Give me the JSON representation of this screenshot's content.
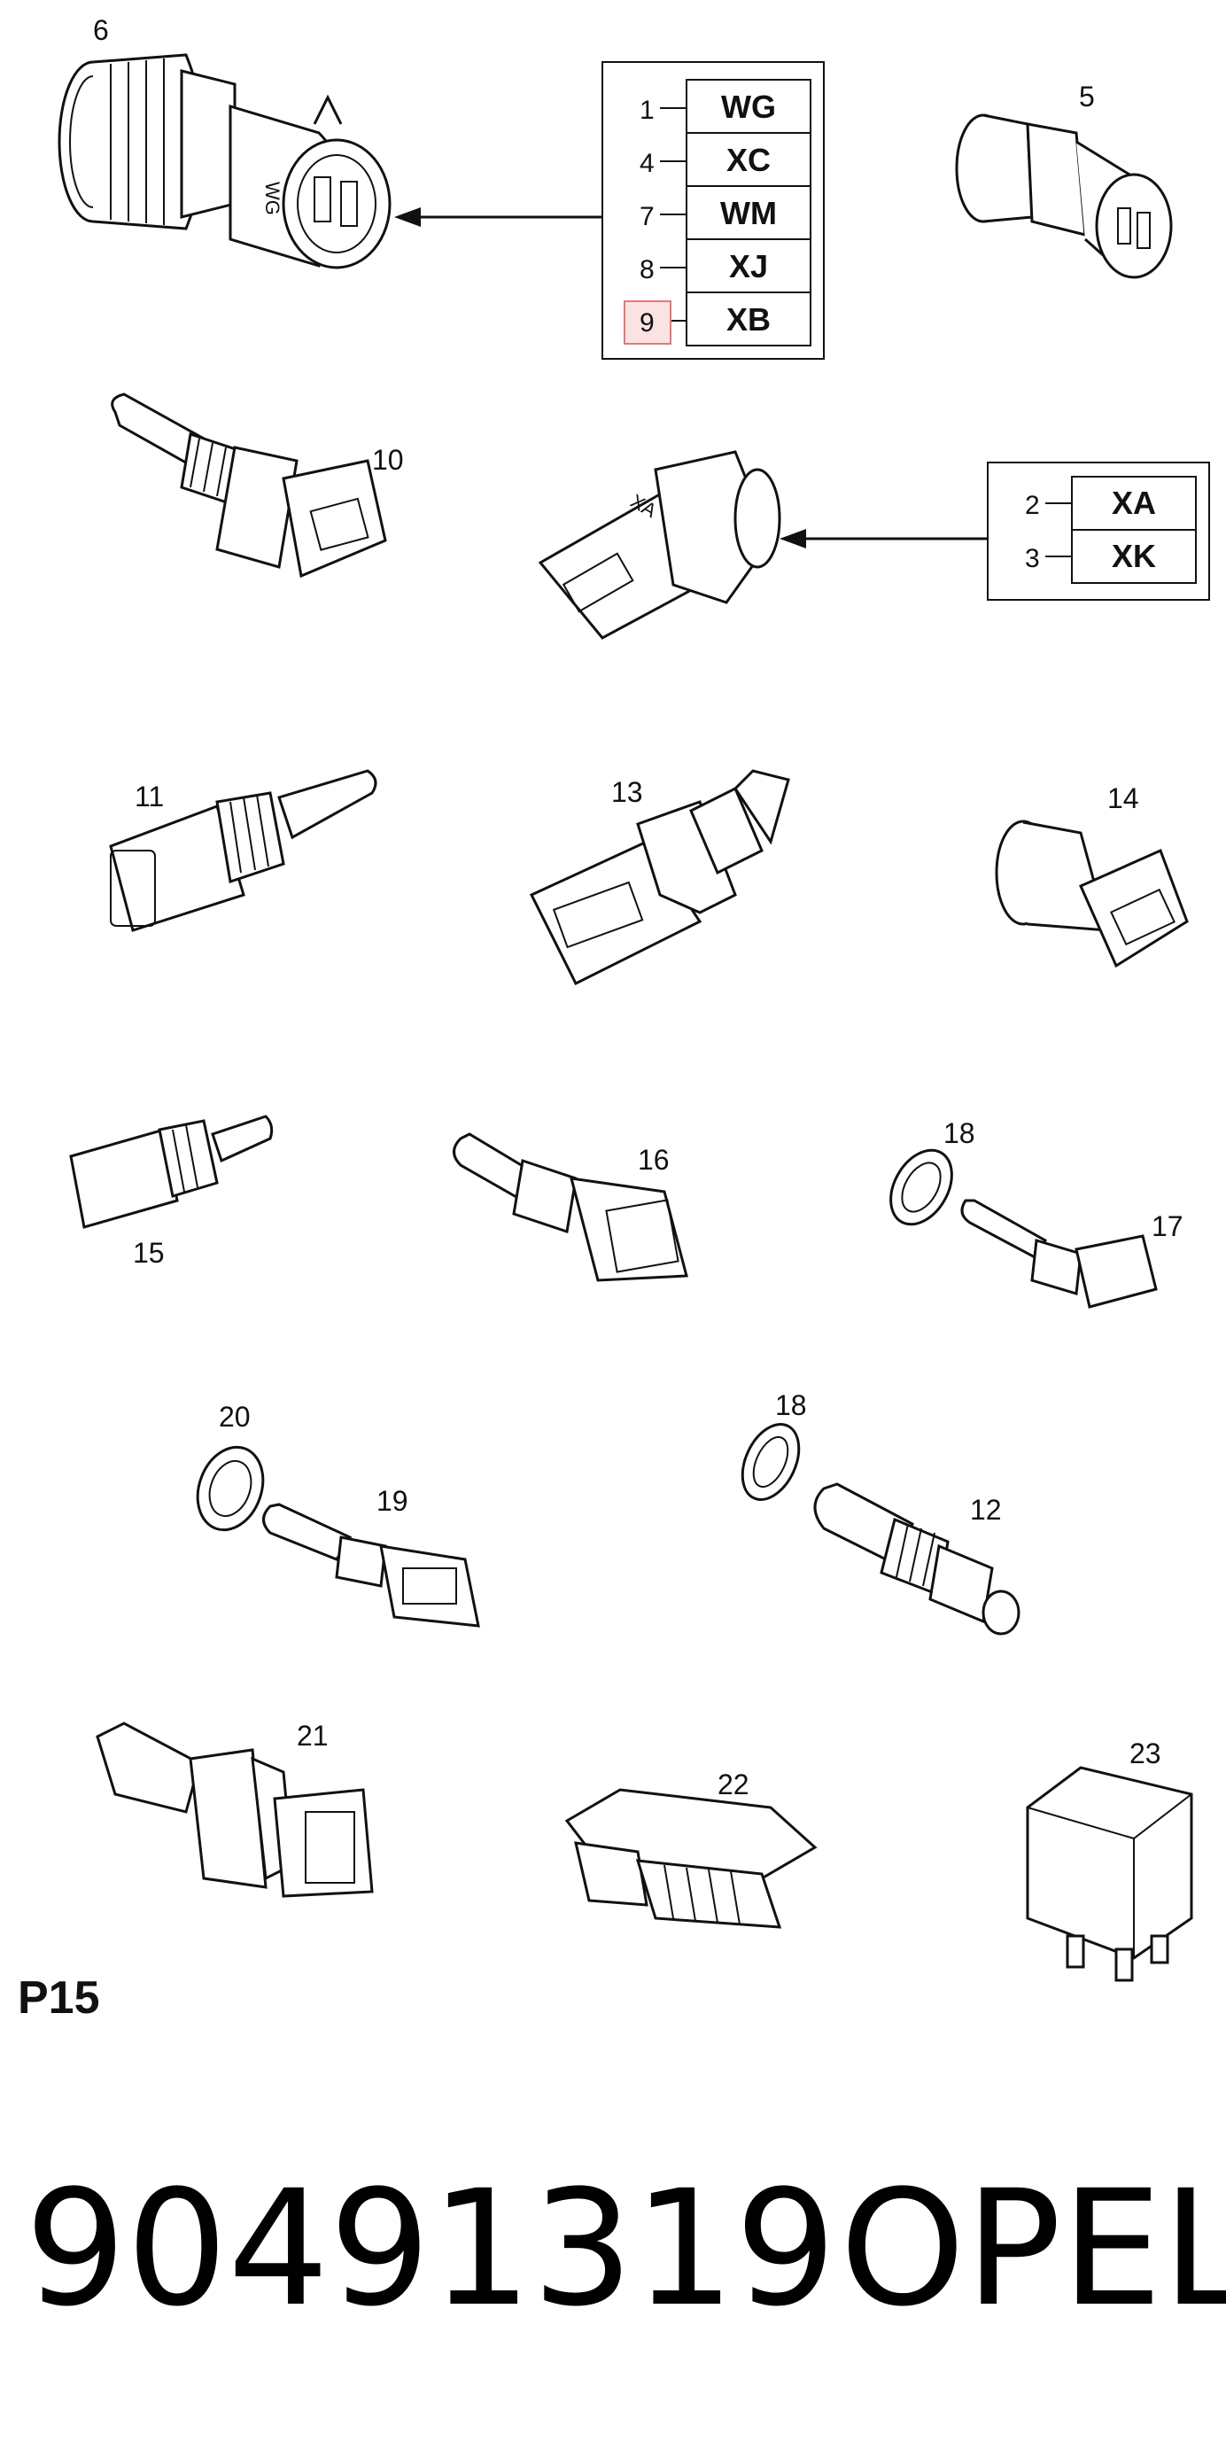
{
  "callouts": {
    "c6": "6",
    "c5": "5",
    "c10": "10",
    "c11": "11",
    "c13": "13",
    "c14": "14",
    "c15": "15",
    "c16": "16",
    "c18a": "18",
    "c17": "17",
    "c20": "20",
    "c19": "19",
    "c18b": "18",
    "c12": "12",
    "c21": "21",
    "c22": "22",
    "c23": "23"
  },
  "legend_top": {
    "rows": [
      {
        "num": "1",
        "code": "WG"
      },
      {
        "num": "4",
        "code": "XC"
      },
      {
        "num": "7",
        "code": "WM"
      },
      {
        "num": "8",
        "code": "XJ"
      },
      {
        "num": "9",
        "code": "XB",
        "highlighted": true
      }
    ]
  },
  "legend_mid": {
    "rows": [
      {
        "num": "2",
        "code": "XA"
      },
      {
        "num": "3",
        "code": "XK"
      }
    ]
  },
  "connector_marks": {
    "sensor6": "WG",
    "sensor_mid": "XA"
  },
  "page_ref": "P15",
  "footer": {
    "part_number": "90491319",
    "brand": "OPEL"
  },
  "colors": {
    "ink": "#111111",
    "highlight_fill": "#fbe3e3",
    "highlight_stroke": "#e07a7a"
  }
}
